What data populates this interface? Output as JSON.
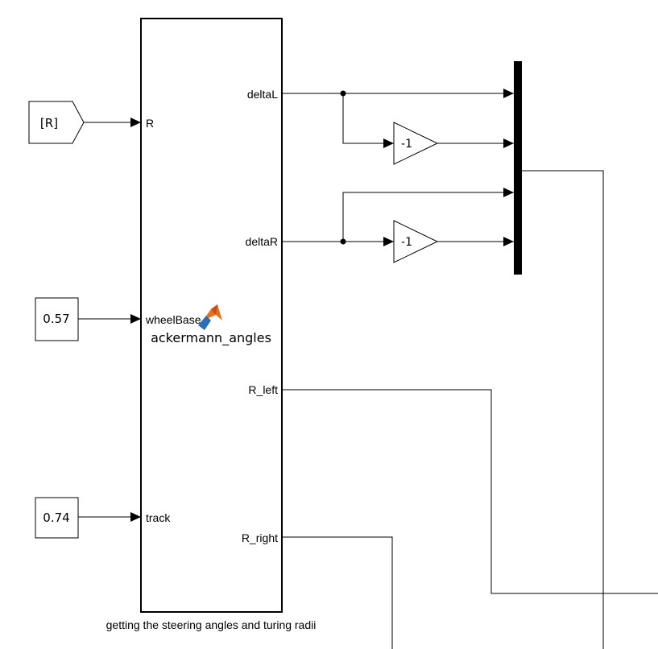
{
  "goto_tag": {
    "label": "[R]"
  },
  "constants": {
    "wheelbase_value": "0.57",
    "track_value": "0.74"
  },
  "subsystem": {
    "name": "ackermann_angles",
    "caption": "getting the steering angles and turing radii",
    "inputs": {
      "R": "R",
      "wheelBase": "wheelBase",
      "track": "track"
    },
    "outputs": {
      "deltaL": "deltaL",
      "deltaR": "deltaR",
      "R_left": "R_left",
      "R_right": "R_right"
    },
    "icon": "matlab-function-icon"
  },
  "gains": {
    "top": "-1",
    "bottom": "-1"
  },
  "mux": {
    "inputs": 4
  },
  "colors": {
    "line": "#000000",
    "mux": "#000000",
    "icon_orange": "#e8701a",
    "icon_blue": "#2a6fb8"
  }
}
